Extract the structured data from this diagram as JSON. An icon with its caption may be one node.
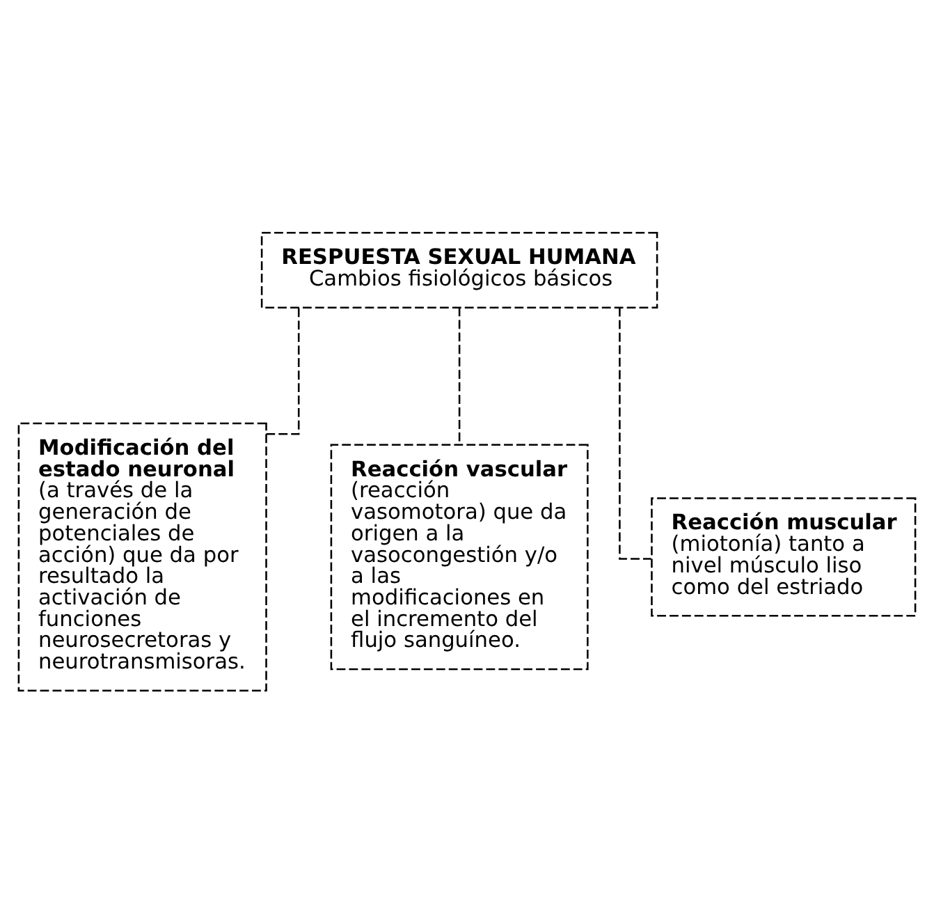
{
  "diagram": {
    "nodes": [
      {
        "text": [
          "RESPUESTA SEXUAL HUMANA",
          "Cambios fisiológicos básicos"
        ]
      },
      {
        "text": [
          "Modificación del estado neuronal",
          "(a través de la generación de potenciales de acción) que da por resultado la activación de funciones neurosecretoras y neurotransmisoras."
        ]
      },
      {
        "text": [
          "Reacción vascular",
          "(reacción vasomotora) que da origen a la vasocongestión y/o a las modificaciones en el incremento del flujo sanguíneo."
        ]
      },
      {
        "text": [
          "Reacción muscular",
          "(miotonía) tanto a nivel músculo liso como del estriado"
        ]
      }
    ],
    "edges": [
      {
        "from": 0,
        "to": 1,
        "arrow": "none",
        "style": "dashed"
      },
      {
        "from": 0,
        "to": 2,
        "arrow": "none",
        "style": "dashed"
      },
      {
        "from": 0,
        "to": 3,
        "arrow": "none",
        "style": "dashed"
      }
    ]
  }
}
